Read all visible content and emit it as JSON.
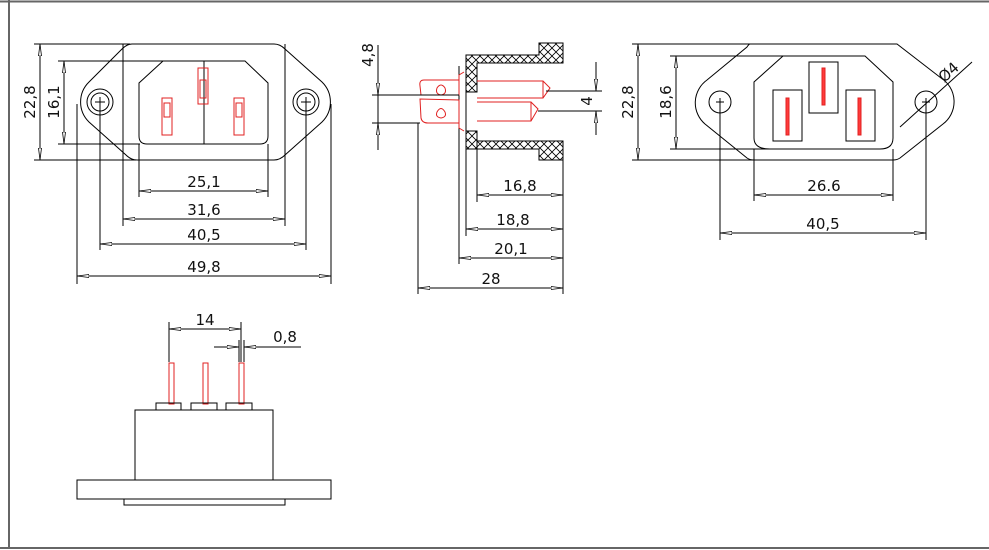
{
  "front_view": {
    "dims": {
      "height_total": "22,8",
      "height_opening": "16,1",
      "opening_width": "25,1",
      "body_width": "31,6",
      "hole_spacing": "40,5",
      "total_width": "49,8"
    }
  },
  "side_view": {
    "dims": {
      "pin_spacing": "4,8",
      "pin_offset": "4",
      "depth_inner": "16,8",
      "depth_body": "18,8",
      "depth_flange": "20,1",
      "depth_total": "28"
    }
  },
  "rear_view": {
    "dims": {
      "height_total": "22,8",
      "height_opening": "18,6",
      "opening_width": "26.6",
      "hole_spacing": "40,5",
      "hole_diameter": "Ø4"
    }
  },
  "bottom_view": {
    "dims": {
      "pin_pitch": "14",
      "pin_thickness": "0,8"
    }
  },
  "colors": {
    "pin": "#e02020",
    "line": "#000000"
  }
}
